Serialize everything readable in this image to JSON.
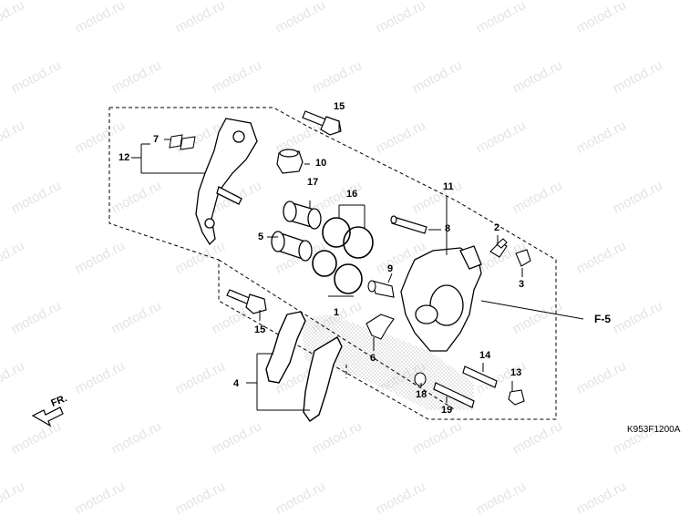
{
  "watermark": "motod.ru",
  "diagram_code": "K953F1200A",
  "direction_label": "FR.",
  "reference_label": "F-5",
  "callouts": {
    "c1": "1",
    "c2": "2",
    "c3": "3",
    "c4": "4",
    "c5": "5",
    "c6": "6",
    "c7": "7",
    "c8": "8",
    "c9": "9",
    "c10": "10",
    "c11": "11",
    "c12": "12",
    "c13": "13",
    "c14": "14",
    "c15a": "15",
    "c15b": "15",
    "c16": "16",
    "c17": "17",
    "c18": "18",
    "c19": "19"
  },
  "colors": {
    "line": "#000000",
    "watermark": "#e4e4e4",
    "hatch": "#bdbdbd"
  }
}
